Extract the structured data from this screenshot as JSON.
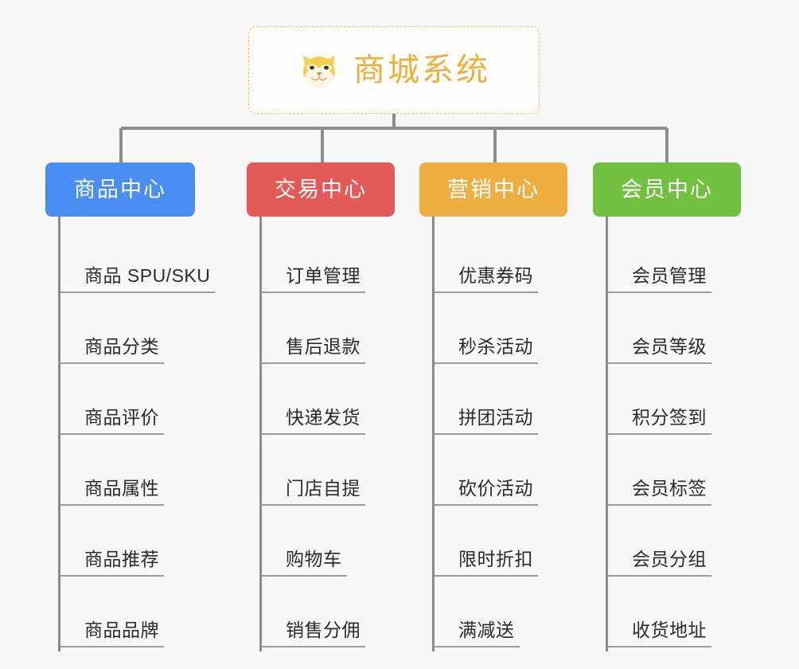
{
  "root": {
    "title": "商城系统",
    "icon": "shiba-dog-emoji",
    "border_color": "#f0c068",
    "text_color": "#efb03b"
  },
  "connector": {
    "color": "#8c8c8c"
  },
  "categories": [
    {
      "label": "商品中心",
      "color": "#4a8ef2",
      "items": [
        "商品 SPU/SKU",
        "商品分类",
        "商品评价",
        "商品属性",
        "商品推荐",
        "商品品牌"
      ]
    },
    {
      "label": "交易中心",
      "color": "#e35a57",
      "items": [
        "订单管理",
        "售后退款",
        "快递发货",
        "门店自提",
        "购物车",
        "销售分佣"
      ]
    },
    {
      "label": "营销中心",
      "color": "#eeae42",
      "items": [
        "优惠券码",
        "秒杀活动",
        "拼团活动",
        "砍价活动",
        "限时折扣",
        "满减送"
      ]
    },
    {
      "label": "会员中心",
      "color": "#72c040",
      "items": [
        "会员管理",
        "会员等级",
        "积分签到",
        "会员标签",
        "会员分组",
        "收货地址"
      ]
    }
  ]
}
